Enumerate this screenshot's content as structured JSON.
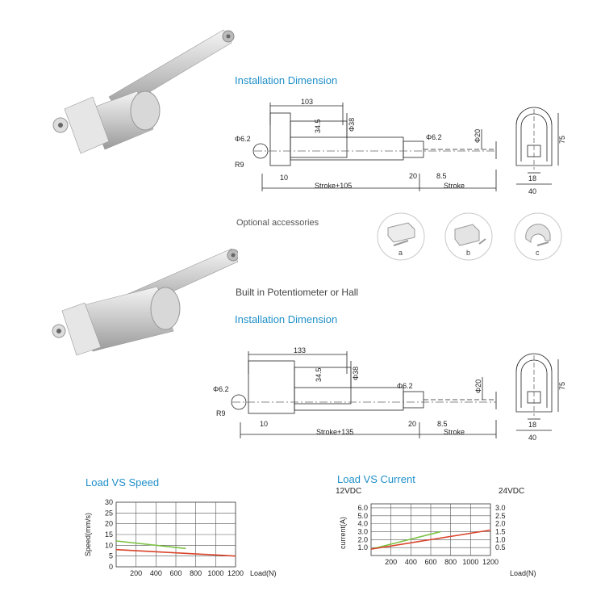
{
  "sections": [
    {
      "title": "Installation Dimension",
      "labels": {
        "length": "103",
        "dia_pin_left": "Φ6.2",
        "radius": "R9",
        "h_body": "34.5",
        "dia_body": "Φ38",
        "dia_pin_right": "Φ6.2",
        "dia_rod": "Φ20",
        "left_offset": "10",
        "tip_a": "20",
        "tip_b": "8.5",
        "retracted": "Stroke+105",
        "stroke": "Stroke",
        "end_h": "75",
        "end_hole": "18",
        "end_w": "40"
      }
    },
    {
      "title": "Installation Dimension",
      "labels": {
        "length": "133",
        "dia_pin_left": "Φ6.2",
        "radius": "R9",
        "h_body": "34.5",
        "dia_body": "Φ38",
        "dia_pin_right": "Φ6.2",
        "dia_rod": "Φ20",
        "left_offset": "10",
        "tip_a": "20",
        "tip_b": "8.5",
        "retracted": "Stroke+135",
        "stroke": "Stroke",
        "end_h": "75",
        "end_hole": "18",
        "end_w": "40"
      }
    }
  ],
  "accessories": {
    "title": "Optional accessories",
    "items": [
      {
        "label": "a"
      },
      {
        "label": "b"
      },
      {
        "label": "c"
      }
    ]
  },
  "feature_note": "Built in Potentiometer or Hall",
  "chart_data": [
    {
      "type": "line",
      "title": "Load VS Speed",
      "xlabel": "Load(N)",
      "ylabel": "Speed(mm/s)",
      "x_ticks": [
        200,
        400,
        600,
        800,
        1000,
        1200
      ],
      "y_ticks": [
        0,
        5,
        10,
        15,
        20,
        25,
        30
      ],
      "xlim": [
        0,
        1200
      ],
      "ylim": [
        0,
        30
      ],
      "grid": true,
      "series": [
        {
          "color": "#7cc242",
          "x": [
            0,
            700
          ],
          "y": [
            12,
            8.5
          ]
        },
        {
          "color": "#d9442b",
          "x": [
            0,
            1200
          ],
          "y": [
            8,
            5
          ]
        }
      ]
    },
    {
      "type": "line",
      "title": "Load VS Current",
      "xlabel": "Load(N)",
      "ylabel": "current(A)",
      "left_axis_title": "12VDC",
      "right_axis_title": "24VDC",
      "x_ticks": [
        200,
        400,
        600,
        800,
        1000,
        1200
      ],
      "y_ticks": [
        1.0,
        2.0,
        3.0,
        4.0,
        5.0,
        6.0
      ],
      "y_ticks_right": [
        0.5,
        1.0,
        1.5,
        2.0,
        2.5,
        3.0
      ],
      "xlim": [
        0,
        1200
      ],
      "ylim": [
        0,
        6.5
      ],
      "grid": true,
      "series": [
        {
          "color": "#7cc242",
          "x": [
            0,
            700
          ],
          "y": [
            0.8,
            3.0
          ]
        },
        {
          "color": "#d9442b",
          "x": [
            0,
            1200
          ],
          "y": [
            0.8,
            3.2
          ]
        }
      ]
    }
  ]
}
